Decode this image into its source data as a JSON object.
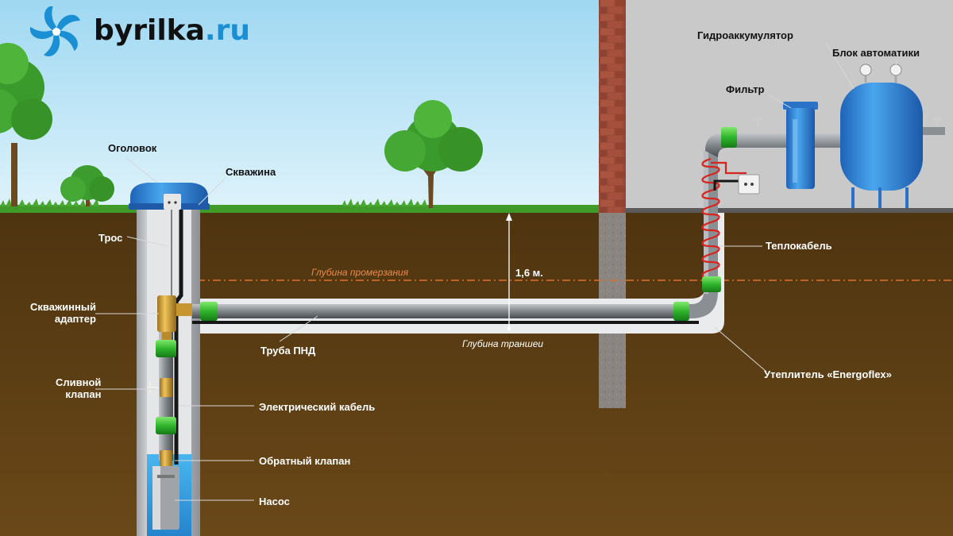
{
  "brand": {
    "name": "byrilka",
    "tld": ".ru"
  },
  "labels": {
    "wellhead": "Оголовок",
    "well": "Скважина",
    "cable_rope": "Трос",
    "adapter": "Скважинный\nадаптер",
    "drain_valve": "Сливной\nклапан",
    "pipe": "Труба ПНД",
    "electric_cable": "Электрический кабель",
    "check_valve": "Обратный клапан",
    "pump": "Насос",
    "freeze_depth": "Глубина промерзания",
    "depth_value": "1,6 м.",
    "trench_depth": "Глубина траншеи",
    "heat_cable": "Теплокабель",
    "insulation": "Утеплитель «Energoflex»",
    "accumulator": "Гидроаккумулятор",
    "automation": "Блок автоматики",
    "filter": "Фильтр"
  },
  "colors": {
    "sky": "#bfe6f6",
    "soil": "#5a3c12",
    "grass": "#3f9a2a",
    "house_wall": "#cfcfcf",
    "brick": "#9c4a3b",
    "pipe": "#8e9296",
    "fitting_green": "#3ec23a",
    "brass": "#d6a53a",
    "tank_blue": "#3a8fd8",
    "freeze_line": "#e07030"
  }
}
